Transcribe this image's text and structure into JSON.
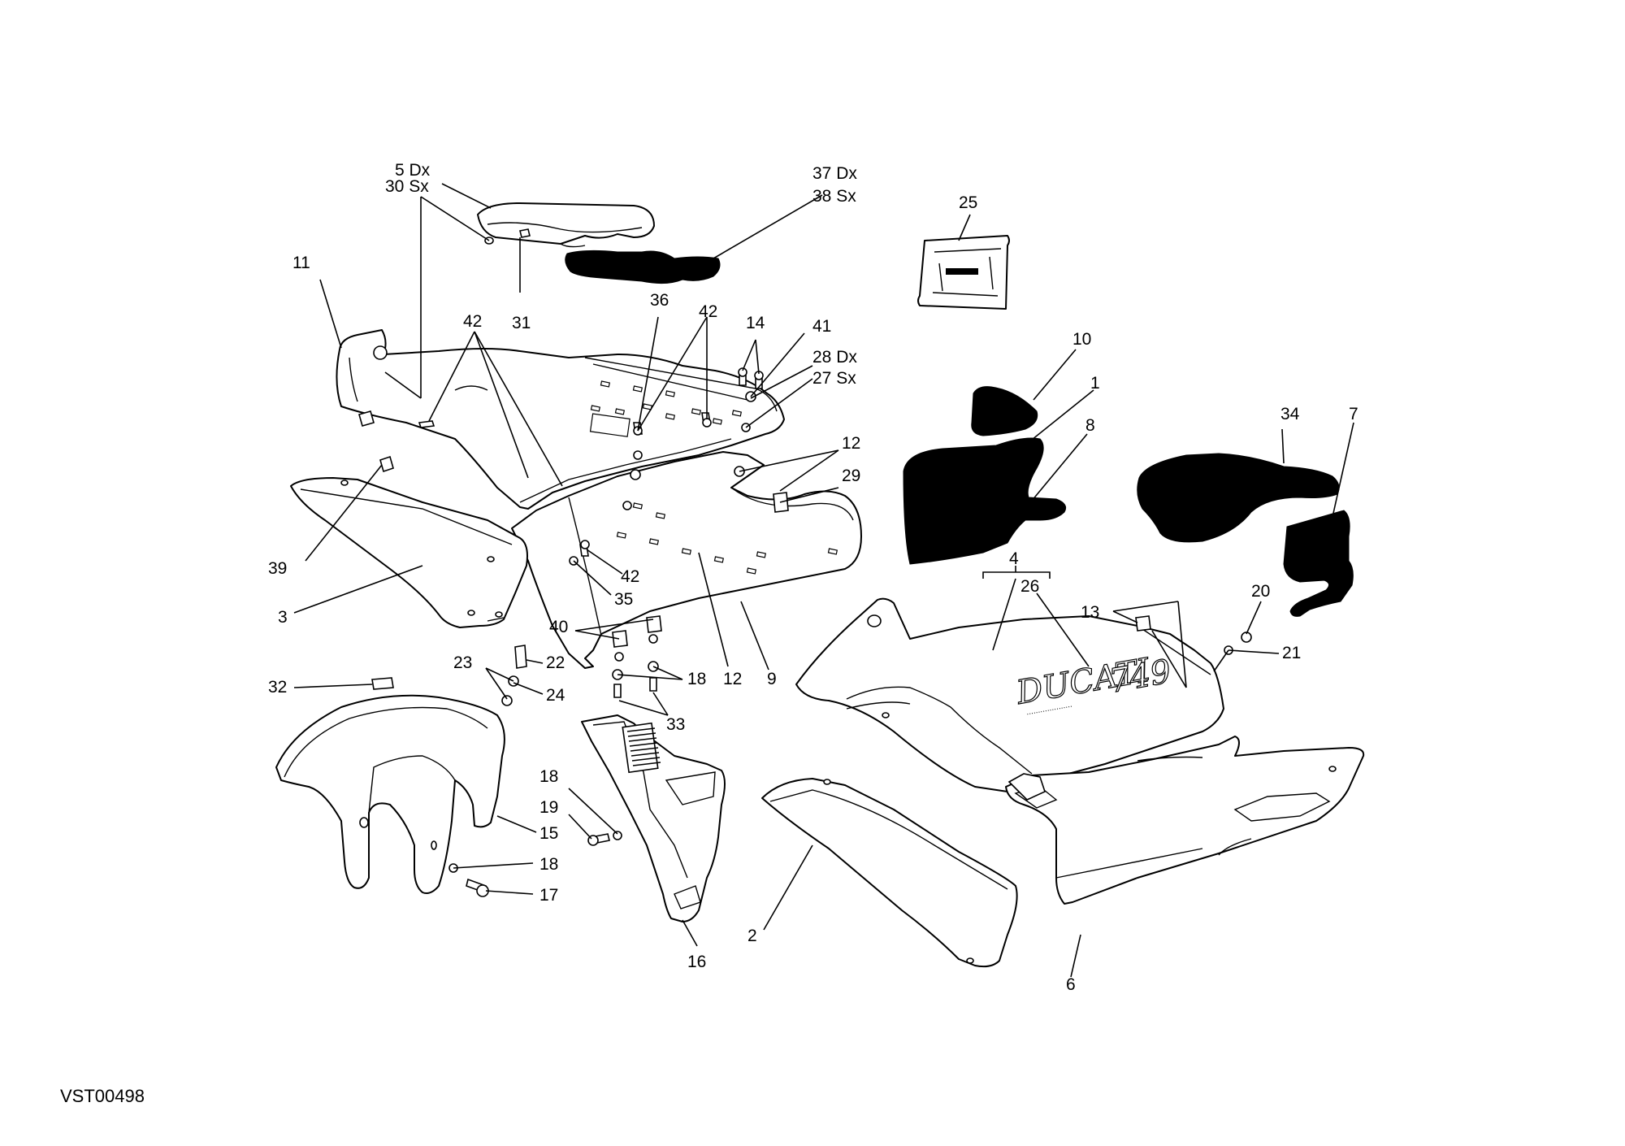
{
  "diagram": {
    "code": "VST00498",
    "brand_text": "DUCATI",
    "model_text": "749"
  },
  "callouts": [
    {
      "id": "c5dx",
      "text": "5 Dx"
    },
    {
      "id": "c30sx",
      "text": "30 Sx"
    },
    {
      "id": "c37dx",
      "text": "37 Dx"
    },
    {
      "id": "c38sx",
      "text": "38 Sx"
    },
    {
      "id": "c25",
      "text": "25"
    },
    {
      "id": "c11",
      "text": "11"
    },
    {
      "id": "c31",
      "text": "31"
    },
    {
      "id": "c36",
      "text": "36"
    },
    {
      "id": "c42a",
      "text": "42"
    },
    {
      "id": "c42b",
      "text": "42"
    },
    {
      "id": "c14",
      "text": "14"
    },
    {
      "id": "c41",
      "text": "41"
    },
    {
      "id": "c28dx",
      "text": "28 Dx"
    },
    {
      "id": "c27sx",
      "text": "27 Sx"
    },
    {
      "id": "c10",
      "text": "10"
    },
    {
      "id": "c1",
      "text": "1"
    },
    {
      "id": "c8",
      "text": "8"
    },
    {
      "id": "c34",
      "text": "34"
    },
    {
      "id": "c7",
      "text": "7"
    },
    {
      "id": "c12a",
      "text": "12"
    },
    {
      "id": "c29",
      "text": "29"
    },
    {
      "id": "c39",
      "text": "39"
    },
    {
      "id": "c42c",
      "text": "42"
    },
    {
      "id": "c35",
      "text": "35"
    },
    {
      "id": "c3",
      "text": "3"
    },
    {
      "id": "c4",
      "text": "4"
    },
    {
      "id": "c26",
      "text": "26"
    },
    {
      "id": "c40",
      "text": "40"
    },
    {
      "id": "c23",
      "text": "23"
    },
    {
      "id": "c22",
      "text": "22"
    },
    {
      "id": "c18a",
      "text": "18"
    },
    {
      "id": "c12b",
      "text": "12"
    },
    {
      "id": "c9",
      "text": "9"
    },
    {
      "id": "c13",
      "text": "13"
    },
    {
      "id": "c20",
      "text": "20"
    },
    {
      "id": "c21",
      "text": "21"
    },
    {
      "id": "c32",
      "text": "32"
    },
    {
      "id": "c24",
      "text": "24"
    },
    {
      "id": "c33",
      "text": "33"
    },
    {
      "id": "c18b",
      "text": "18"
    },
    {
      "id": "c19",
      "text": "19"
    },
    {
      "id": "c15",
      "text": "15"
    },
    {
      "id": "c18c",
      "text": "18"
    },
    {
      "id": "c17",
      "text": "17"
    },
    {
      "id": "c2",
      "text": "2"
    },
    {
      "id": "c16",
      "text": "16"
    },
    {
      "id": "c6",
      "text": "6"
    }
  ]
}
